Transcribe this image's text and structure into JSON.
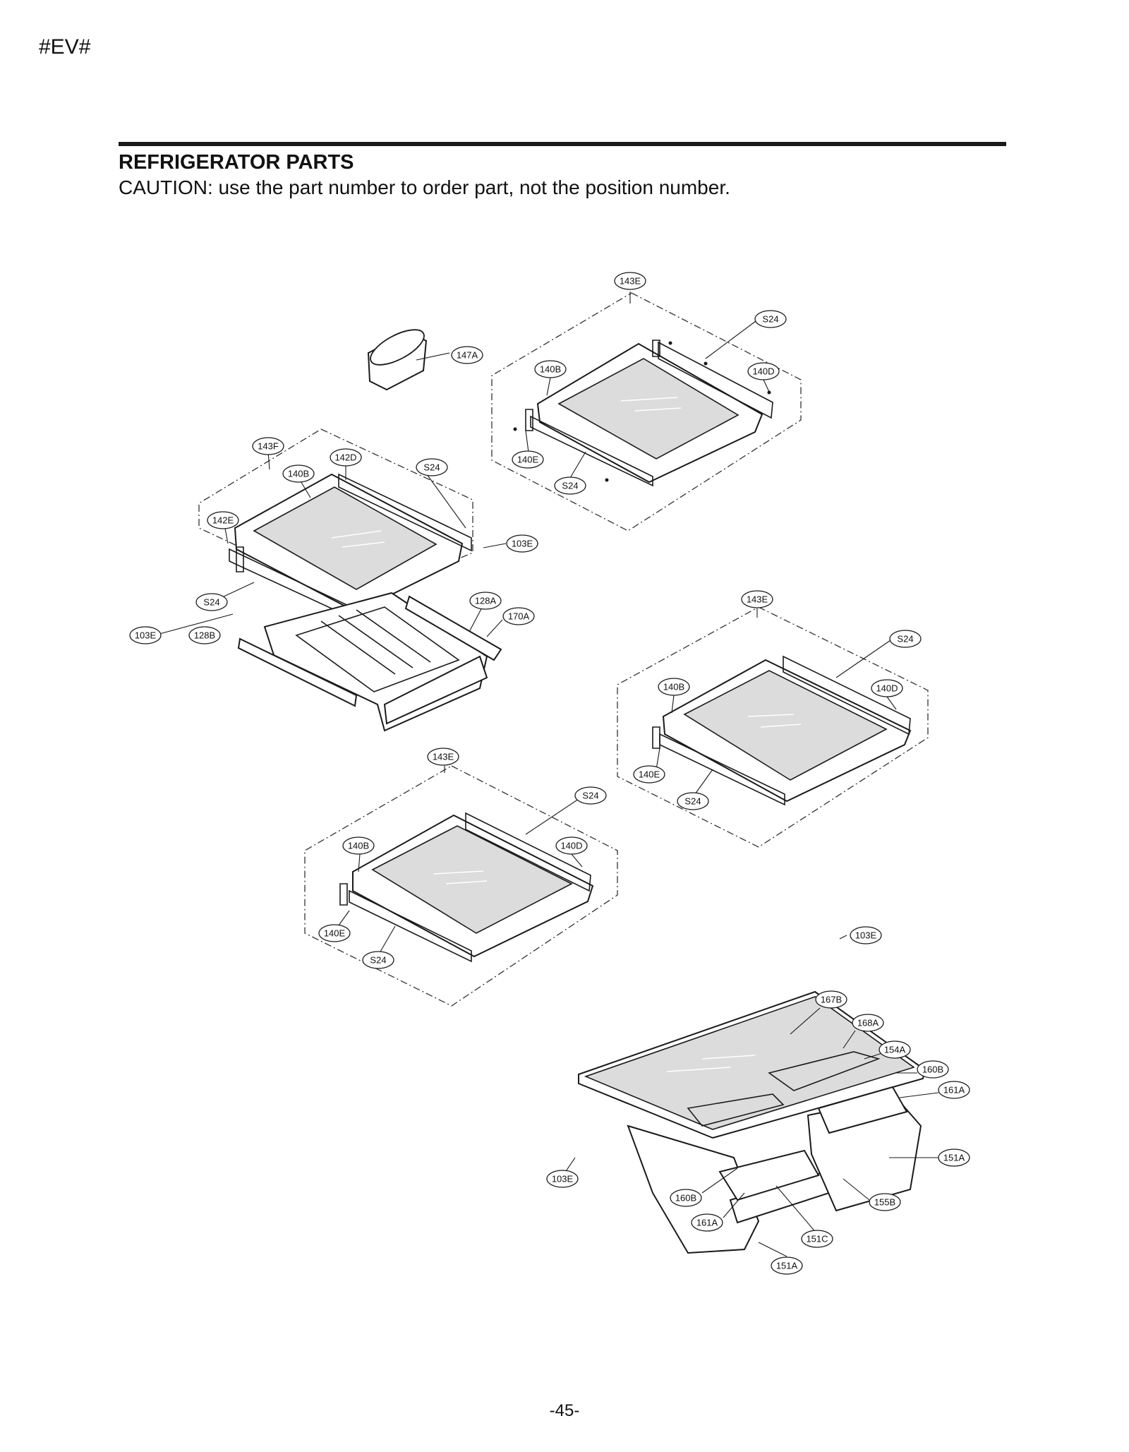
{
  "header": {
    "corner_code": "#EV#",
    "title": "REFRIGERATOR PARTS",
    "caution": "CAUTION: use the part number to order part, not the position number."
  },
  "footer": {
    "page_number": "-45-"
  },
  "callouts": {
    "p143E_top": "143E",
    "p147A": "147A",
    "pS24_top1": "S24",
    "p140B_top": "140B",
    "p140D_top": "140D",
    "p140E_top": "140E",
    "pS24_top2": "S24",
    "p143F": "143F",
    "p142D": "142D",
    "p140B_left": "140B",
    "pS24_left1": "S24",
    "p142E": "142E",
    "p103E_left1": "103E",
    "pS24_left2": "S24",
    "p128A": "128A",
    "p170A": "170A",
    "p103E_left2": "103E",
    "p128B": "128B",
    "p143E_mid": "143E",
    "pS24_mid1": "S24",
    "p140B_mid": "140B",
    "p140D_mid": "140D",
    "p140E_mid": "140E",
    "pS24_mid2": "S24",
    "p143E_low": "143E",
    "pS24_low1": "S24",
    "p140B_low": "140B",
    "p140D_low": "140D",
    "p140E_low": "140E",
    "pS24_low2": "S24",
    "p103E_br1": "103E",
    "p167B": "167B",
    "p168A": "168A",
    "p154A": "154A",
    "p160B_r": "160B",
    "p161A_r": "161A",
    "p151A_r": "151A",
    "p155B": "155B",
    "p103E_br2": "103E",
    "p160B_l": "160B",
    "p161A_l": "161A",
    "p151C": "151C",
    "p151A_b": "151A"
  }
}
